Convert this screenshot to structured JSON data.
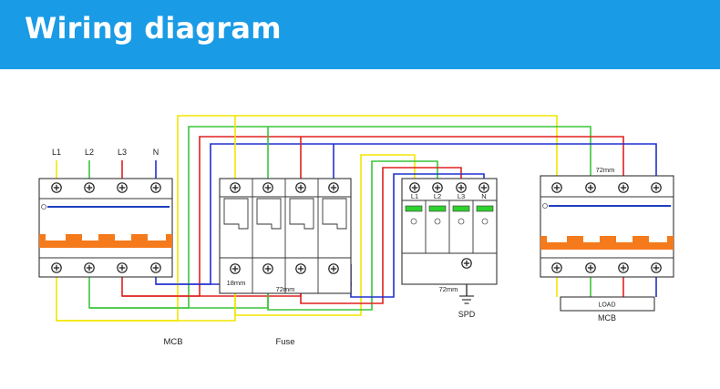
{
  "title": "Wiring diagram",
  "labels": {
    "l1": "L1",
    "l2": "L2",
    "l3": "L3",
    "n": "N",
    "mcb_left": "MCB",
    "fuse": "Fuse",
    "spd": "SPD",
    "mcb_right": "MCB",
    "load": "LOAD",
    "dim_18mm": "18mm",
    "dim_72mm_fuse": "72mm",
    "dim_72mm_spd": "72mm",
    "dim_72mm_mcb": "72mm"
  },
  "colors": {
    "header": "#1a9be6",
    "l1_wire": "#f2e600",
    "l2_wire": "#3cc43c",
    "l3_wire": "#e02020",
    "n_wire": "#2030d0",
    "handle": "#f47a1c",
    "spd_window": "#2fd12f"
  }
}
